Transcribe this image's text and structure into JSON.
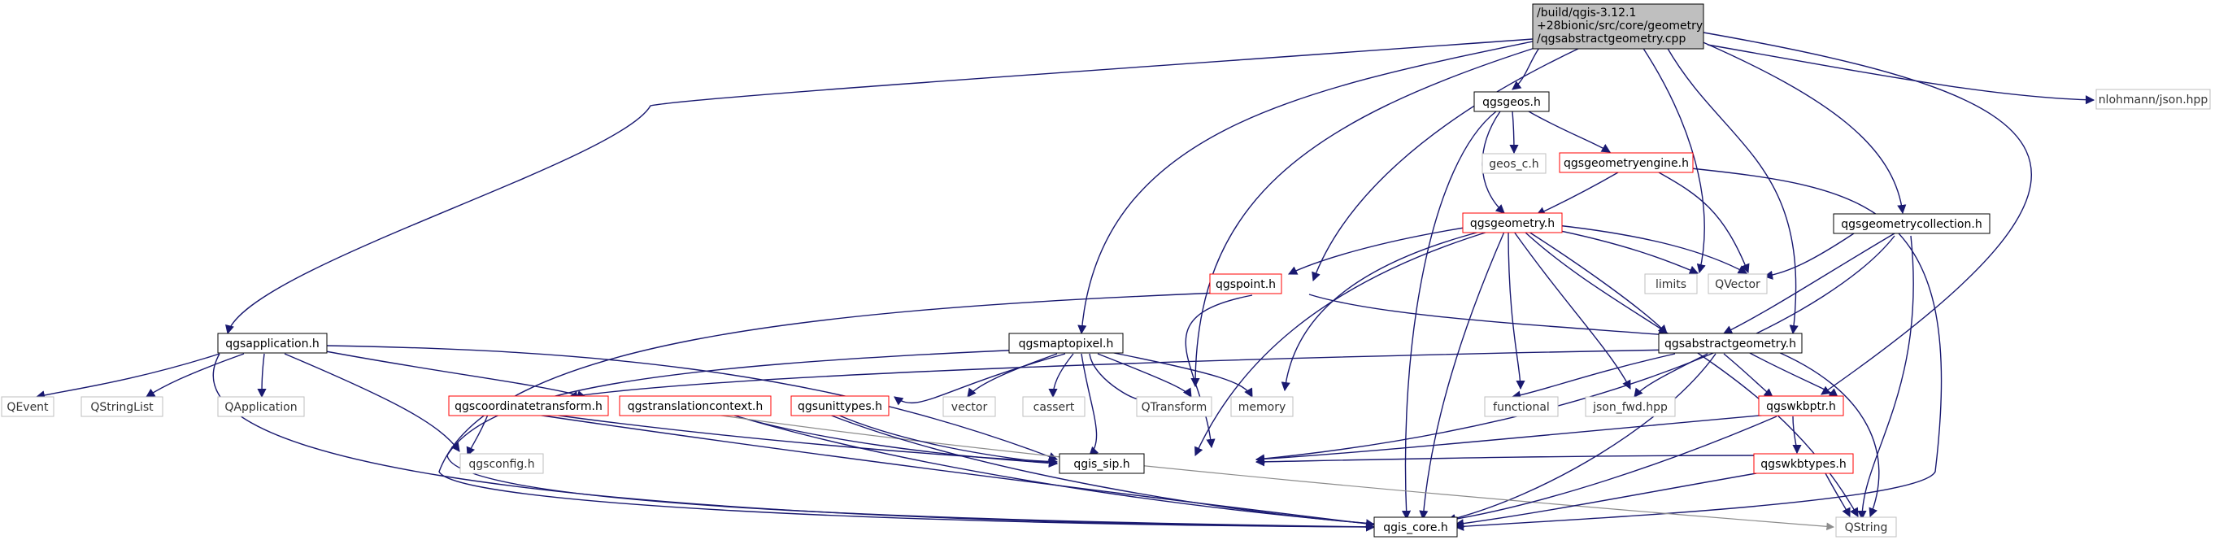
{
  "root": {
    "line1": "/build/qgis-3.12.1",
    "line2": "+28bionic/src/core/geometry",
    "line3": "/qgsabstractgeometry.cpp"
  },
  "nodes": {
    "qgsgeos_h": "qgsgeos.h",
    "geos_c_h": "geos_c.h",
    "qgsgeometryengine_h": "qgsgeometryengine.h",
    "qgsgeometry_h": "qgsgeometry.h",
    "qgspoint_h": "qgspoint.h",
    "limits": "limits",
    "qvector": "QVector",
    "qgsgeometrycollection_h": "qgsgeometrycollection.h",
    "nlohmann_json_hpp": "nlohmann/json.hpp",
    "qgsapplication_h": "qgsapplication.h",
    "qgsmaptopixel_h": "qgsmaptopixel.h",
    "qgsabstractgeometry_h": "qgsabstractgeometry.h",
    "qevent": "QEvent",
    "qstringlist": "QStringList",
    "qapplication": "QApplication",
    "qgscoordinatetransform_h": "qgscoordinatetransform.h",
    "qgstranslationcontext_h": "qgstranslationcontext.h",
    "qgsunittypes_h": "qgsunittypes.h",
    "vector": "vector",
    "cassert": "cassert",
    "qtransform": "QTransform",
    "memory": "memory",
    "functional": "functional",
    "json_fwd_hpp": "json_fwd.hpp",
    "qgswkbptr_h": "qgswkbptr.h",
    "qgsconfig_h": "qgsconfig.h",
    "qgis_sip_h": "qgis_sip.h",
    "qgswkbtypes_h": "qgswkbtypes.h",
    "qgis_core_h": "qgis_core.h",
    "qstring": "QString"
  },
  "colors": {
    "edge": "#191970",
    "edge_system": "#8c8c8c",
    "border_documented": "#000000",
    "border_incomplete": "#ff0000",
    "border_system": "#bfbfbf",
    "root_fill": "#bfbfbf"
  }
}
